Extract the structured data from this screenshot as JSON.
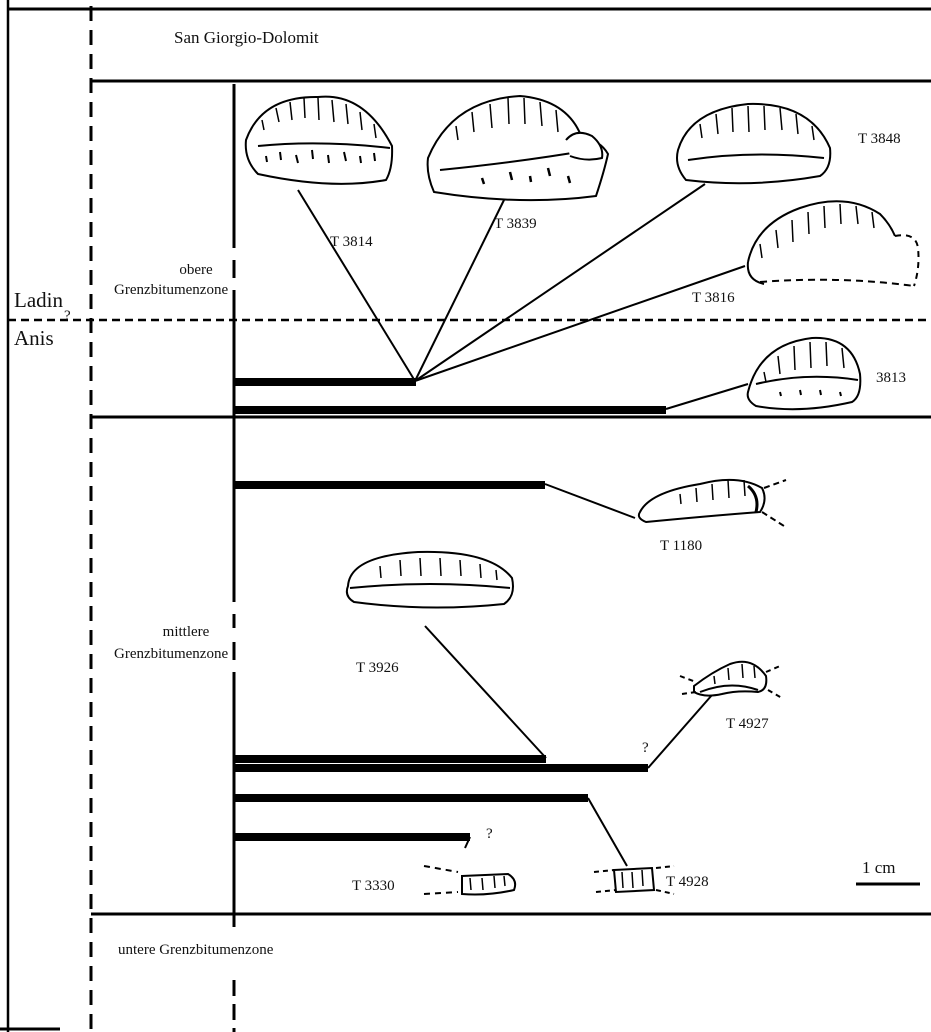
{
  "header": {
    "formation": "San Giorgio-Dolomit"
  },
  "stages": {
    "upper": "Ladin",
    "lower": "Anis",
    "boundary_query": "?"
  },
  "zones": {
    "obere": [
      "obere",
      "Grenzbitumenzone"
    ],
    "mittlere": [
      "mittlere",
      "Grenzbitumenzone"
    ],
    "untere": "untere Grenzbitumenzone"
  },
  "specimens": {
    "t3814": "T 3814",
    "t3839": "T 3839",
    "t3848": "T 3848",
    "t3816": "T 3816",
    "t3813": "3813",
    "t1180": "T 1180",
    "t3926": "T 3926",
    "t4927": "T 4927",
    "t4928": "T 4928",
    "t3330": "T 3330"
  },
  "queries": {
    "q1": "?",
    "q2": "?"
  },
  "scale": {
    "label": "1 cm"
  }
}
